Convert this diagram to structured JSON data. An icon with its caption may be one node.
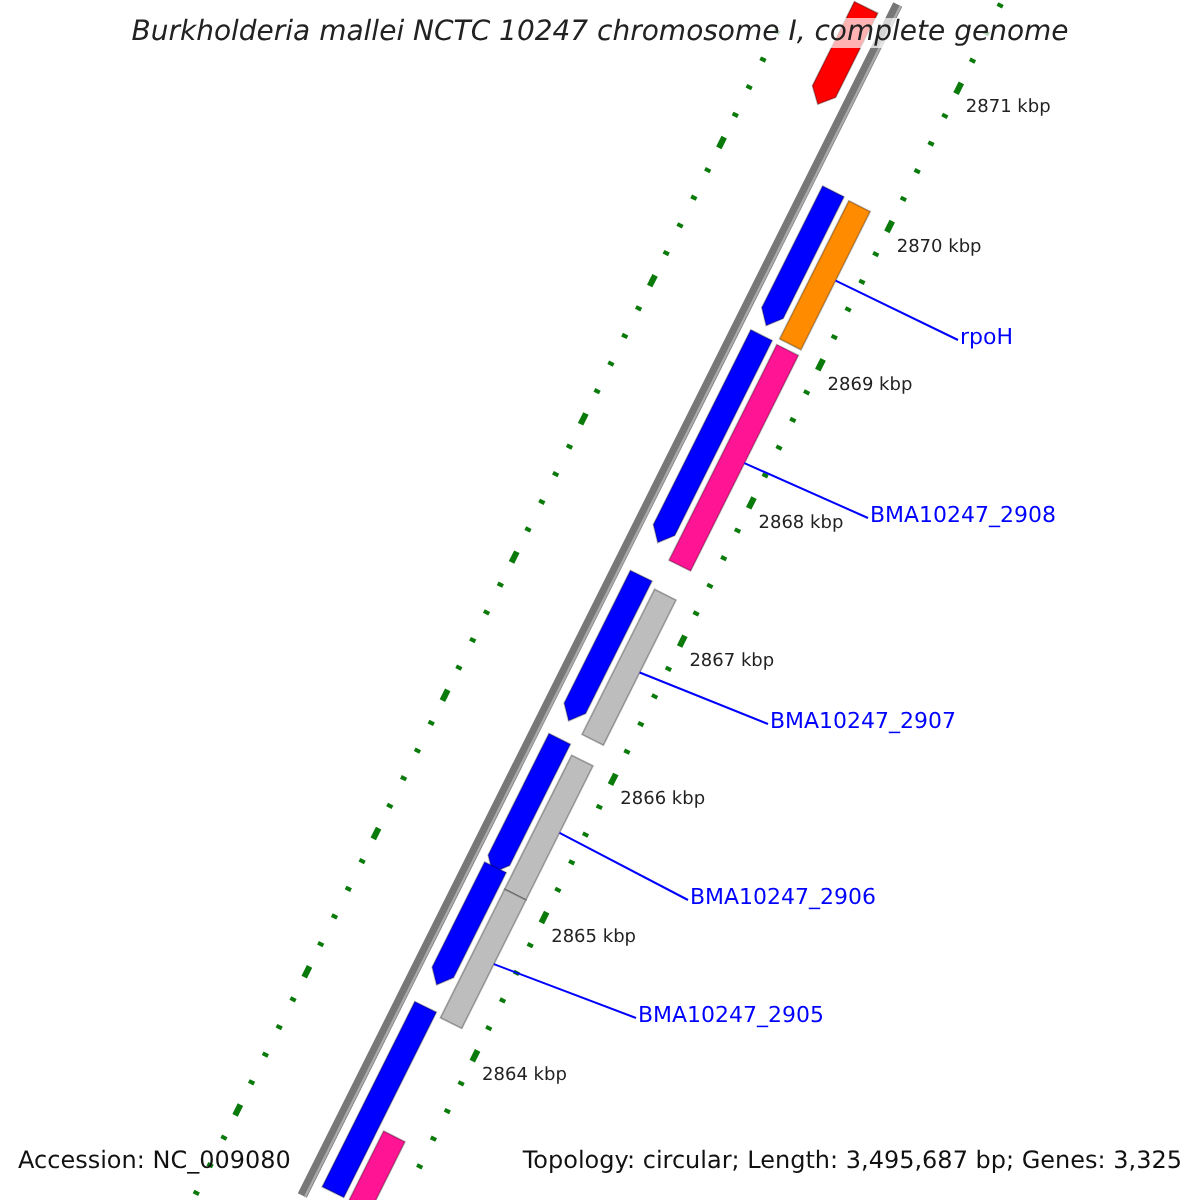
{
  "diagram": {
    "title": "Burkholderia mallei NCTC 10247 chromosome I, complete genome",
    "nodes": [
      {
        "text": [],
        "shape": "bar"
      },
      {
        "text": [],
        "shape": "bar"
      },
      {
        "text": [
          "rpoH"
        ]
      },
      {
        "text": [],
        "shape": "bar"
      },
      {
        "text": [],
        "shape": "bar"
      },
      {
        "text": [
          "BMA10247_2908"
        ]
      },
      {
        "text": [],
        "shape": "bar"
      },
      {
        "text": [],
        "shape": "bar"
      },
      {
        "text": [
          "BMA10247_2907"
        ]
      },
      {
        "text": [],
        "shape": "bar"
      },
      {
        "text": [],
        "shape": "bar"
      },
      {
        "text": [
          "BMA10247_2906"
        ]
      },
      {
        "text": [],
        "shape": "bar"
      },
      {
        "text": [],
        "shape": "bar"
      },
      {
        "text": [
          "BMA10247_2905"
        ]
      },
      {
        "text": [],
        "shape": "bar"
      },
      {
        "text": [],
        "shape": "bar"
      },
      {
        "text": [],
        "shape": "bar"
      }
    ],
    "edges": [
      {
        "from": 2,
        "to": 3,
        "arrow": "none"
      },
      {
        "from": 5,
        "to": 6,
        "arrow": "none"
      },
      {
        "from": 8,
        "to": 9,
        "arrow": "none"
      },
      {
        "from": 11,
        "to": 12,
        "arrow": "none"
      },
      {
        "from": 14,
        "to": 15,
        "arrow": "none"
      }
    ],
    "labels": [
      "2871 kbp",
      "2870 kbp",
      "2869 kbp",
      "2868 kbp",
      "2867 kbp",
      "2866 kbp",
      "2865 kbp",
      "2864 kbp",
      "Accession: NC_009080",
      "Topology: circular; Length: 3,495,687 bp; Genes: 3,325"
    ]
  }
}
